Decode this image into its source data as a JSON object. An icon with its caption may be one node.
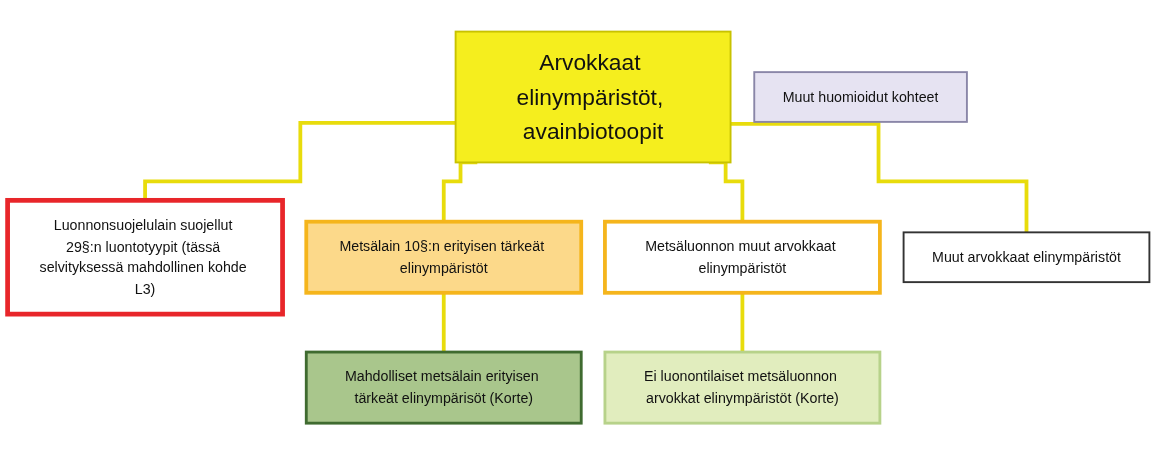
{
  "diagram": {
    "nodes": [
      {
        "text": [
          "Arvokkaat elinympäristöt, avainbiotoopit"
        ]
      },
      {
        "text": [
          "Luonnonsuojelulain suojellut 29§:n luontotyypit (tässä selvityksessä mahdollinen kohde L3)"
        ]
      },
      {
        "text": [
          "Metsälain 10§:n erityisen tärkeät elinympäristöt"
        ]
      },
      {
        "text": [
          "Metsäluonnon muut arvokkaat elinympäristöt"
        ]
      },
      {
        "text": [
          "Muut arvokkaat elinympäristöt"
        ]
      },
      {
        "text": [
          "Mahdolliset metsälain erityisen tärkeät elinympärisöt (Korte)"
        ]
      },
      {
        "text": [
          "Ei luonontilaiset metsäluonnon arvokkat elinympäristöt (Korte)"
        ]
      },
      {
        "text": [
          "Muut huomioidut kohteet"
        ]
      }
    ],
    "edges": [
      {
        "from": 0,
        "to": 1,
        "arrow": "none"
      },
      {
        "from": 0,
        "to": 2,
        "arrow": "none"
      },
      {
        "from": 0,
        "to": 3,
        "arrow": "none"
      },
      {
        "from": 0,
        "to": 4,
        "arrow": "none"
      },
      {
        "from": 2,
        "to": 5,
        "arrow": "none"
      },
      {
        "from": 3,
        "to": 6,
        "arrow": "none"
      }
    ]
  }
}
